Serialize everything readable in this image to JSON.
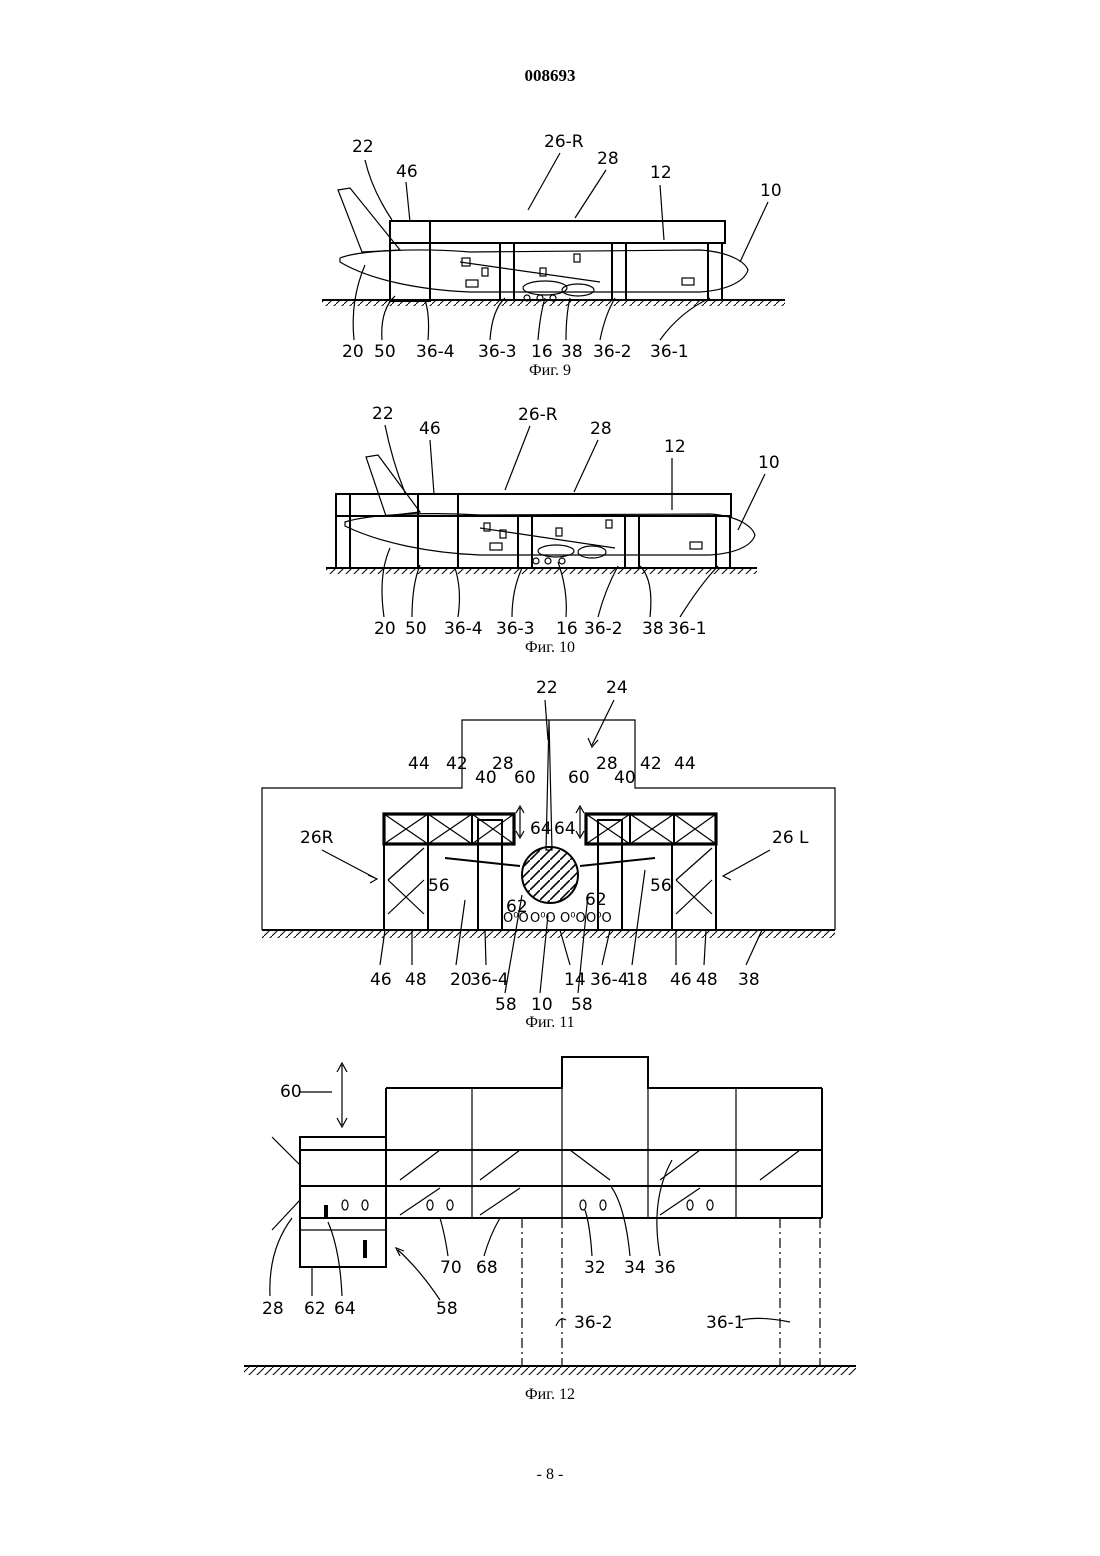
{
  "header": {
    "doc_number": "008693"
  },
  "footer": {
    "page_number": "- 8 -"
  },
  "figures": [
    {
      "caption": "Фиг. 9",
      "labels": [
        "22",
        "46",
        "26-R",
        "28",
        "12",
        "10",
        "20",
        "50",
        "36-4",
        "36-3",
        "16",
        "38",
        "36-2",
        "36-1"
      ]
    },
    {
      "caption": "Фиг. 10",
      "labels": [
        "22",
        "46",
        "26-R",
        "28",
        "12",
        "10",
        "20",
        "50",
        "36-4",
        "36-3",
        "16",
        "36-2",
        "38",
        "36-1"
      ]
    },
    {
      "caption": "Фиг. 11",
      "labels": [
        "22",
        "24",
        "44",
        "42",
        "28",
        "40",
        "60",
        "60",
        "28",
        "40",
        "42",
        "44",
        "26R",
        "64",
        "64",
        "26 L",
        "56",
        "56",
        "62",
        "62",
        "46",
        "48",
        "20",
        "36-4",
        "14",
        "36-4",
        "18",
        "46",
        "48",
        "38",
        "58",
        "10",
        "58"
      ]
    },
    {
      "caption": "Фиг. 12",
      "labels": [
        "60",
        "28",
        "62",
        "64",
        "70",
        "68",
        "58",
        "32",
        "34",
        "36",
        "36-2",
        "36-1"
      ]
    }
  ]
}
